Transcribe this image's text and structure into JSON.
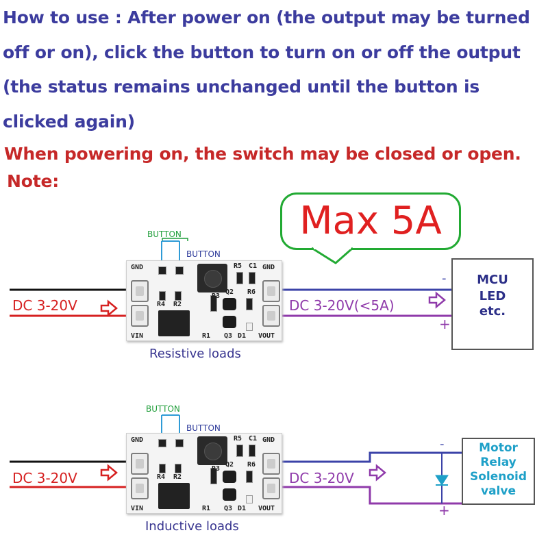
{
  "instructions": {
    "text": "How to use : After power on (the output may be turned off or on), click the button to turn on or off the output (the status remains unchanged until the button is clicked again)"
  },
  "warning": {
    "line1": "When powering on, the switch may be closed or open.",
    "line2": "Note:"
  },
  "max_badge": "Max 5A",
  "colors": {
    "instruction_text": "#3c3c9e",
    "warning_text": "#c62828",
    "max_text": "#e02020",
    "bubble_border": "#22aa33",
    "wire_red": "#d62020",
    "wire_purple": "#8f3aaa",
    "wire_blue": "#3b43a8",
    "cyan_text": "#1ea0c8"
  },
  "diagram_top": {
    "button_label_small": "BUTTON",
    "button_label": "BUTTON",
    "pcb_labels": {
      "gnd_left": "GND",
      "vin": "VIN",
      "gnd_right": "GND",
      "vout": "VOUT",
      "r4": "R4",
      "r2": "R2",
      "r1": "R1",
      "r3": "R3",
      "q2": "Q2",
      "q3": "Q3",
      "r5": "R5",
      "c1": "C1",
      "r6": "R6",
      "d1": "D1"
    },
    "input_label": "DC 3-20V",
    "output_label": "DC 3-20V(<5A)",
    "minus": "-",
    "plus": "+",
    "load_lines": [
      "MCU",
      "LED",
      "etc."
    ],
    "caption": "Resistive loads"
  },
  "diagram_bottom": {
    "button_label_small": "BUTTON",
    "button_label": "BUTTON",
    "pcb_labels": {
      "gnd_left": "GND",
      "vin": "VIN",
      "gnd_right": "GND",
      "vout": "VOUT",
      "r4": "R4",
      "r2": "R2",
      "r1": "R1",
      "r3": "R3",
      "q2": "Q2",
      "q3": "Q3",
      "r5": "R5",
      "c1": "C1",
      "r6": "R6",
      "d1": "D1"
    },
    "input_label": "DC 3-20V",
    "output_label": "DC 3-20V",
    "minus": "-",
    "plus": "+",
    "load_lines": [
      "Motor",
      "Relay",
      "Solenoid",
      "valve"
    ],
    "caption": "Inductive loads"
  }
}
